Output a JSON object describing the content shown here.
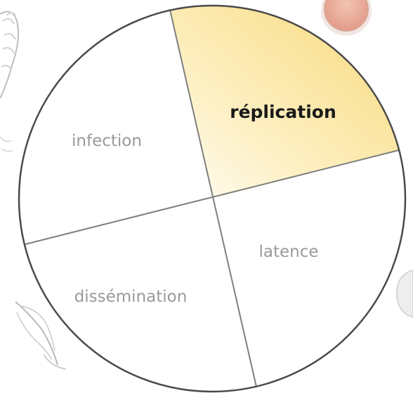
{
  "cycle": {
    "segments": [
      {
        "id": "infection",
        "label": "infection",
        "active": false
      },
      {
        "id": "replication",
        "label": "réplication",
        "active": true
      },
      {
        "id": "latence",
        "label": "latence",
        "active": false
      },
      {
        "id": "dissemination",
        "label": "dissémination",
        "active": false
      }
    ],
    "colors": {
      "active_fill_light": "#fffdf4",
      "active_fill_dark": "#f8d97a",
      "outline": "#4a4a4a",
      "divider": "#7f7f7f",
      "inactive_text": "#9a9a9a",
      "active_text": "#1a1a1a"
    }
  },
  "decorations": [
    {
      "name": "rooster-sketch-icon"
    },
    {
      "name": "petri-dish-icon"
    },
    {
      "name": "feather-sketch-icon"
    },
    {
      "name": "grey-dish-icon"
    }
  ]
}
